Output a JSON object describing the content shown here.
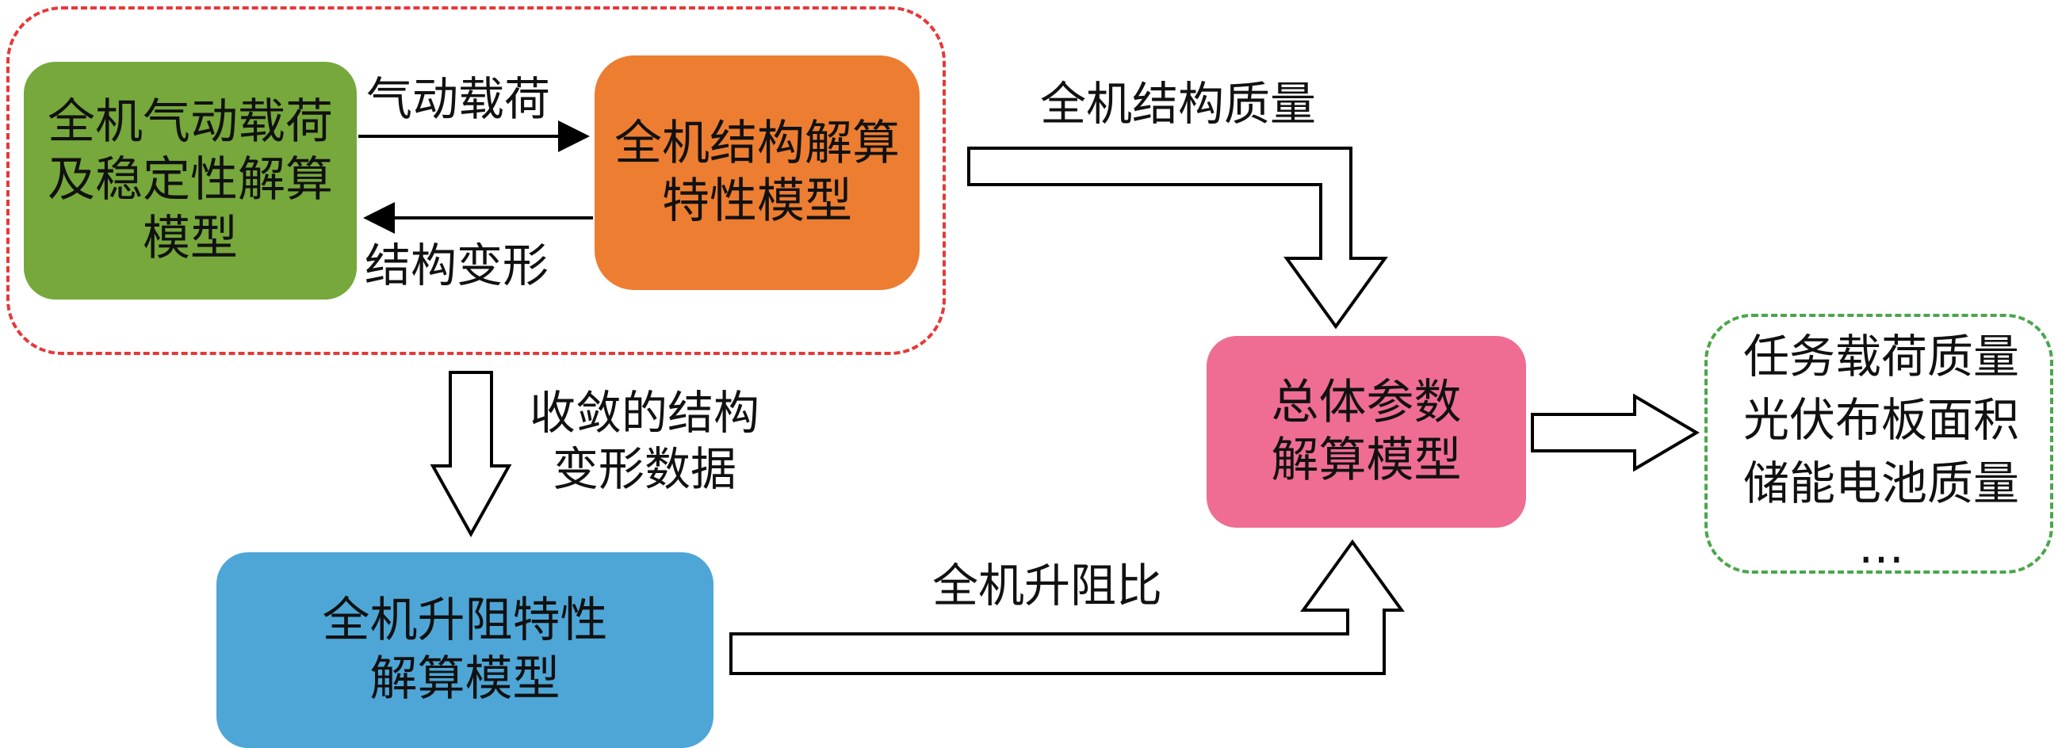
{
  "colors": {
    "green": "#76a83b",
    "orange": "#ed7d31",
    "pink": "#ef6d93",
    "blue": "#4ea6d7",
    "group_border_red": "#e63838",
    "group_border_green": "#4aa64a",
    "arrow_stroke": "#000000"
  },
  "boxes": {
    "aero_model": "全机气动载荷\n及稳定性解算\n模型",
    "structure_model": "全机结构解算\n特性模型",
    "overall_model": "总体参数\n解算模型",
    "lift_drag_model": "全机升阻特性\n解算模型",
    "outputs": [
      "任务载荷质量",
      "光伏布板面积",
      "储能电池质量",
      "…"
    ]
  },
  "labels": {
    "aero_load": "气动载荷",
    "struct_deform": "结构变形",
    "struct_mass": "全机结构质量",
    "converged_data": "收敛的结构\n变形数据",
    "lift_drag_ratio": "全机升阻比"
  }
}
